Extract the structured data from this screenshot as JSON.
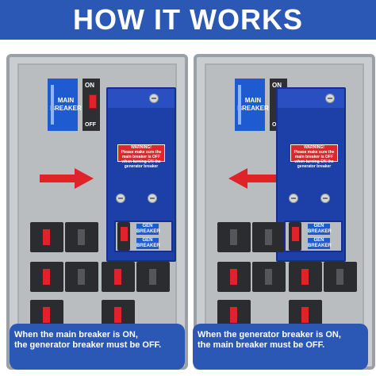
{
  "header": {
    "title": "HOW IT WORKS"
  },
  "left_panel": {
    "main_breaker_label": "MAIN\nBREAKER",
    "main_on": "ON",
    "main_off": "OFF",
    "warning_title": "WARNING!",
    "warning_text": "Please make sure the main breaker is OFF when turning ON the generator breaker",
    "gen_label": "GEN\nBREAKER",
    "arrow_direction": "right",
    "caption_line1": "When the main breaker is ON,",
    "caption_line2": "the generator breaker must be OFF."
  },
  "right_panel": {
    "main_breaker_label": "MAIN\nBREAKER",
    "main_on": "ON",
    "main_off": "OFF",
    "warning_title": "WARNING!",
    "warning_text": "Please make sure the main breaker is OFF when turning ON the generator breaker",
    "gen_label": "GEN\nBREAKER",
    "arrow_direction": "left",
    "caption_line1": "When the generator breaker is ON,",
    "caption_line2": "the main breaker must be OFF."
  },
  "breaker_labels": {
    "on": "ON",
    "off": "OFF"
  },
  "colors": {
    "banner": "#2b57b5",
    "plate": "#1c3fa8",
    "arrow": "#e02229",
    "label": "#1e5bd1"
  }
}
